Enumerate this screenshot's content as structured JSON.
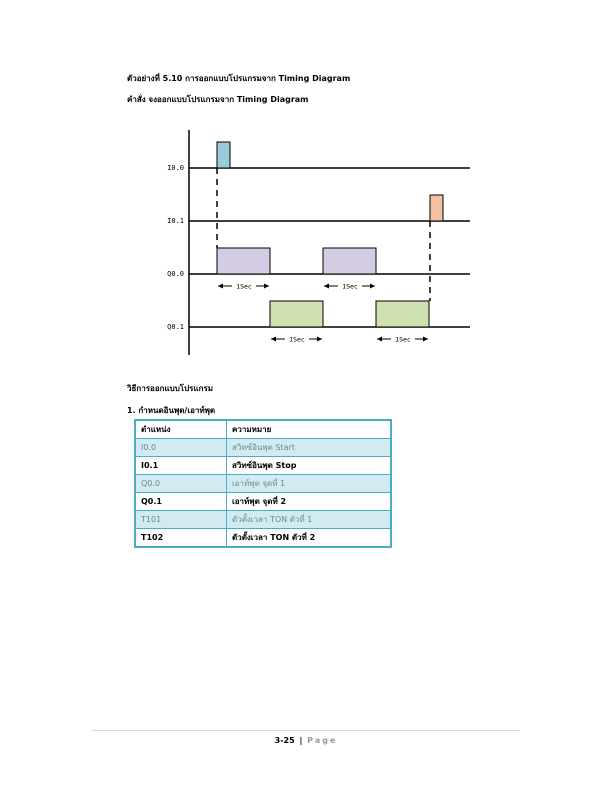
{
  "doc": {
    "example_title": "ตัวอย่างที่ 5.10 การออกแบบโปรแกรมจาก Timing Diagram",
    "instruction": "คำสั่ง จงออกแบบโปรแกรมจาก Timing Diagram",
    "method_heading": "วิธีการออกแบบโปรแกรม",
    "step1": "1. กำหนดอินพุต/เอาท์พุต"
  },
  "diagram": {
    "signals": [
      "I0.0",
      "I0.1",
      "Q0.0",
      "Q0.1"
    ],
    "duration_label": "1Sec",
    "colors": {
      "pulse_i00": "#9bcad8",
      "pulse_i01": "#f5bfa3",
      "pulse_q00": "#d4cce3",
      "pulse_q01": "#cfe0b1"
    }
  },
  "table": {
    "headers": [
      "ตำแหน่ง",
      "ความหมาย"
    ],
    "rows": [
      {
        "addr": "I0.0",
        "desc": "สวิทซ์อินพุต Start"
      },
      {
        "addr": "I0.1",
        "desc": "สวิทซ์อินพุต Stop"
      },
      {
        "addr": "Q0.0",
        "desc": "เอาท์พุต จุดที่ 1"
      },
      {
        "addr": "Q0.1",
        "desc": "เอาท์พุต จุดที่ 2"
      },
      {
        "addr": "T101",
        "desc": "ตัวตั้งเวลา TON ตัวที่ 1"
      },
      {
        "addr": "T102",
        "desc": "ตัวตั้งเวลา TON ตัวที่ 2"
      }
    ]
  },
  "footer": {
    "page_number": "3-25",
    "separator": "|",
    "page_word": "Page"
  }
}
